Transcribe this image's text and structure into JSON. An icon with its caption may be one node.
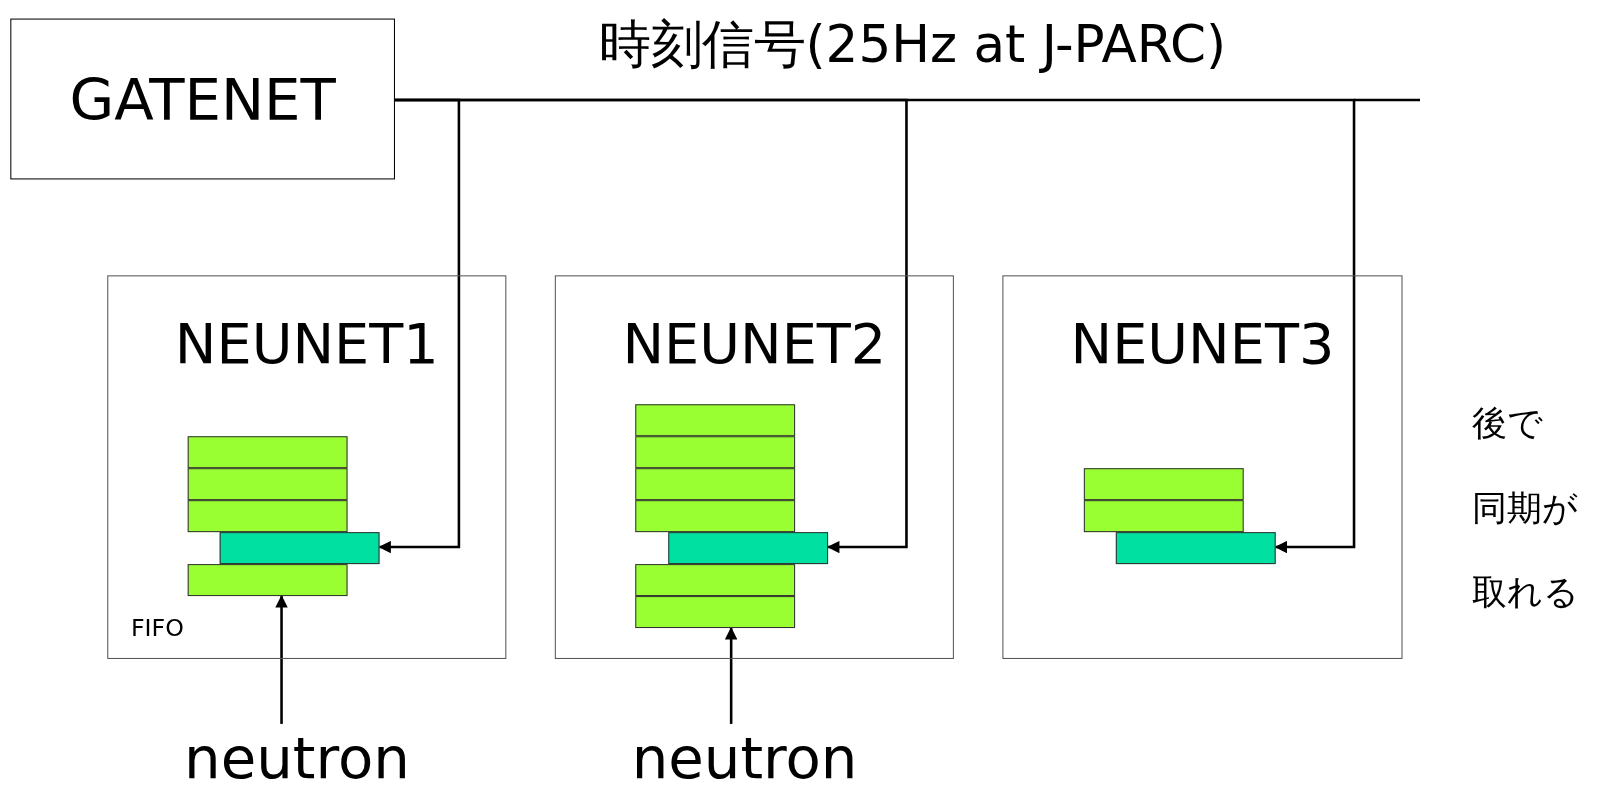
{
  "diagram": {
    "nodes": [
      {
        "text": [
          "GATENET"
        ]
      },
      {
        "text": [
          "NEUNET1",
          "FIFO"
        ]
      },
      {
        "text": [],
        "shape": "bar",
        "in": 1
      },
      {
        "text": [],
        "shape": "bar",
        "in": 1
      },
      {
        "text": [],
        "shape": "bar",
        "in": 1
      },
      {
        "text": [],
        "shape": "bar",
        "in": 1
      },
      {
        "text": [],
        "shape": "bar",
        "in": 1
      },
      {
        "text": [
          "NEUNET2"
        ]
      },
      {
        "text": [],
        "shape": "bar",
        "in": 7
      },
      {
        "text": [],
        "shape": "bar",
        "in": 7
      },
      {
        "text": [],
        "shape": "bar",
        "in": 7
      },
      {
        "text": [],
        "shape": "bar",
        "in": 7
      },
      {
        "text": [],
        "shape": "bar",
        "in": 7
      },
      {
        "text": [],
        "shape": "bar",
        "in": 7
      },
      {
        "text": [],
        "shape": "bar",
        "in": 7
      },
      {
        "text": [
          "NEUNET3"
        ]
      },
      {
        "text": [],
        "shape": "bar",
        "in": 15
      },
      {
        "text": [],
        "shape": "bar",
        "in": 15
      },
      {
        "text": [],
        "shape": "bar",
        "in": 15
      },
      {
        "text": [
          "neutron"
        ]
      },
      {
        "text": [
          "neutron"
        ]
      }
    ],
    "edges": [
      {
        "from": 0,
        "to": 5,
        "arrow": "to"
      },
      {
        "from": 0,
        "to": 12,
        "arrow": "to"
      },
      {
        "from": 0,
        "to": 18,
        "arrow": "to"
      },
      {
        "from": 19,
        "to": 6,
        "arrow": "to"
      },
      {
        "from": 20,
        "to": 14,
        "arrow": "to"
      }
    ],
    "labels": [
      "時刻信号(25Hz at J-PARC)",
      "後で",
      "同期が",
      "取れる"
    ]
  }
}
